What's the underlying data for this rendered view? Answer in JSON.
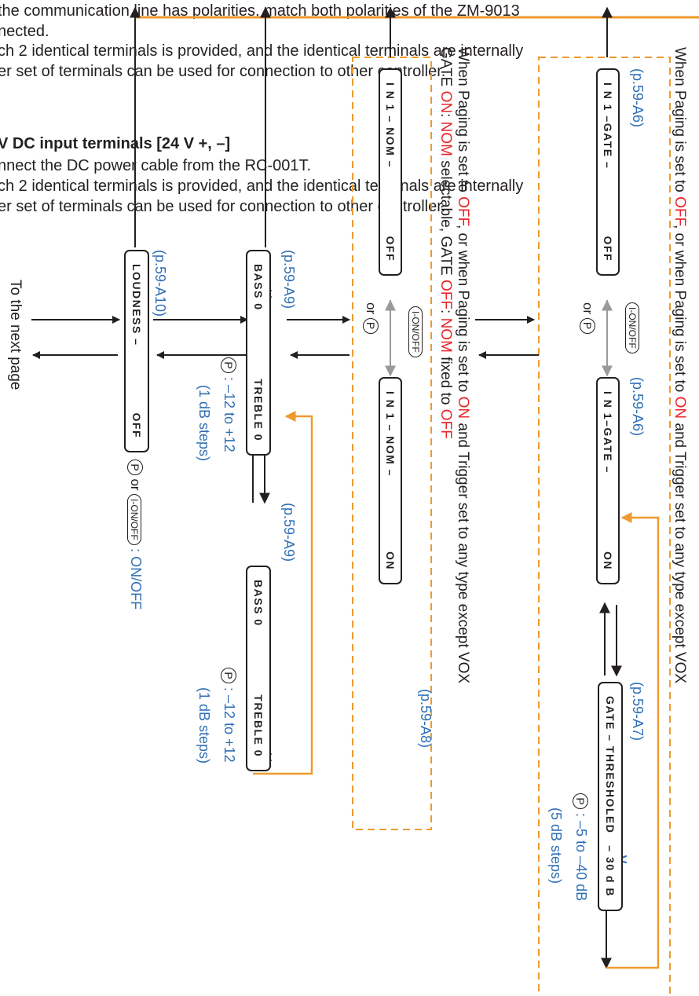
{
  "manual_text": {
    "line1": "the communication line has polarities, match both polarities of the ZM-9013",
    "line2": "nected.",
    "line3": "ch 2 identical terminals is provided, and the identical terminals are internally",
    "line4": "er set of terminals can be used for connection to other controller.",
    "heading": "V DC input terminals [24 V +, –]",
    "line5": "nnect the DC power cable from the RC-001T.",
    "line6": "ch 2 identical terminals is provided, and the identical terminals are internally",
    "line7": "er set of terminals can be used for connection to other controller."
  },
  "flow": {
    "page_note": "To the next page",
    "loudness": {
      "label": "LOUDNESS –",
      "value": "OFF",
      "ref": "(p.59-A10)",
      "key_p": "P",
      "or": "or",
      "key_ionoff": "I-ON/OFF",
      "range": ": ON/OFF"
    },
    "bass_treble_1": {
      "bass": "BASS   0",
      "treble": "TREBLE   0",
      "ref": "(p.59-A9)",
      "key_p": "P",
      "range": ": –12 to +12",
      "steps": "(1 dB steps)"
    },
    "bass_treble_2": {
      "bass": "BASS   0",
      "treble": "TREBLE   0",
      "ref": "(p.59-A9)",
      "key_p": "P",
      "range": ": –12 to +12",
      "steps": "(1 dB steps)"
    },
    "nom_box_1": {
      "label": "I N 1 – NOM –",
      "value": "OFF"
    },
    "nom_box_2": {
      "label": "I N 1 – NOM –",
      "value": "ON",
      "ref": "(p.59-A8)"
    },
    "nom_toggle": {
      "key_ionoff": "I-ON/OFF",
      "or": "or",
      "key_p": "P"
    },
    "nom_note": {
      "line1_a": "When Paging is set to ",
      "line1_b": "OFF",
      "line1_c": ", or when Paging is set to ",
      "line1_d": "ON",
      "line1_e": " and Trigger set to any type except VOX",
      "line2_a": "GATE ",
      "line2_b": "ON",
      "line2_c": ": ",
      "line2_d": "NOM",
      "line2_e": " selectable, GATE ",
      "line2_f": "OFF",
      "line2_g": ": ",
      "line2_h": "NOM",
      "line2_i": " fixed to ",
      "line2_j": "OFF"
    },
    "gate_box_1": {
      "label": "I N 1 –GATE –",
      "value": "OFF",
      "ref": "(p.59-A6)"
    },
    "gate_box_2": {
      "label": "I N 1–GATE –",
      "value": "ON",
      "ref": "(p.59-A6)"
    },
    "gate_toggle": {
      "key_ionoff": "I-ON/OFF",
      "or": "or",
      "key_p": "P"
    },
    "gate_note": {
      "a": "When Paging is set to ",
      "b": "OFF",
      "c": ", or when Paging is set to ",
      "d": "ON",
      "e": " and Trigger set to any type except VOX"
    },
    "gate_threshold": {
      "label": "GATE – THRESHOLED",
      "value": "– 30 d B",
      "ref": "(p.59-A7)",
      "key_p": "P",
      "range": ": –5 to –40 dB",
      "steps": "(5 dB steps)"
    }
  },
  "colors": {
    "orange": "#ee9a2f",
    "blue": "#2e6fb5",
    "red": "#e8262a",
    "gray": "#9a9a9a",
    "ink": "#231f20"
  }
}
